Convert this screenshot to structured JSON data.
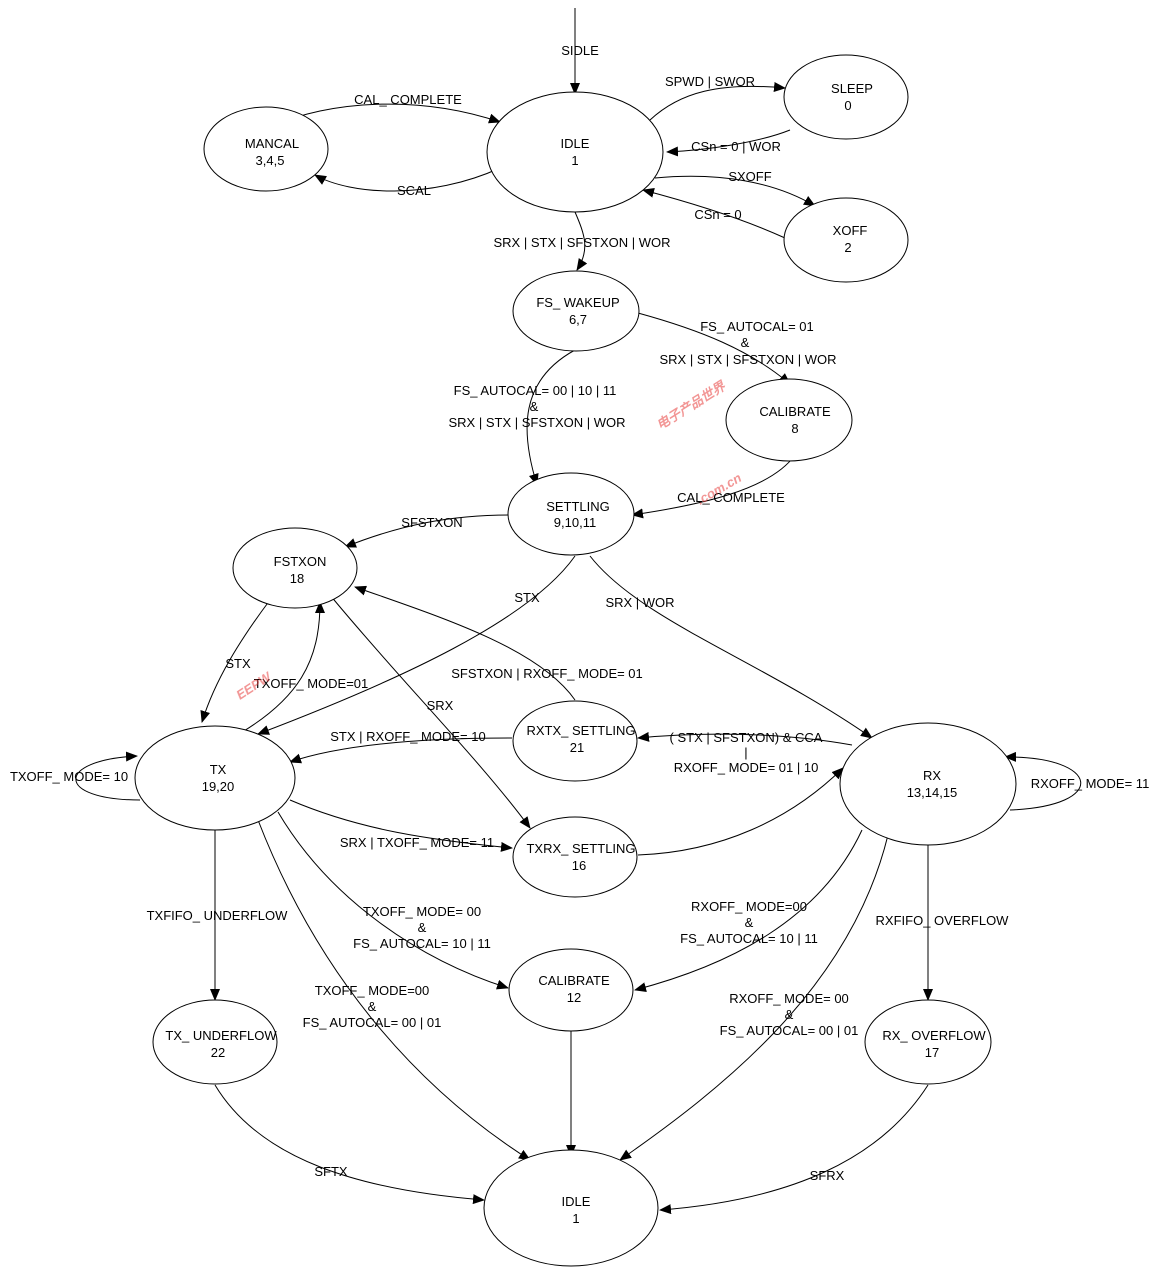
{
  "nodes": {
    "idle_top": {
      "name": "IDLE",
      "num": "1"
    },
    "sleep": {
      "name": "SLEEP",
      "num": "0"
    },
    "mancal": {
      "name": "MANCAL",
      "num": "3,4,5"
    },
    "xoff": {
      "name": "XOFF",
      "num": "2"
    },
    "fs_wakeup": {
      "name": "FS_ WAKEUP",
      "num": "6,7"
    },
    "calibrate8": {
      "name": "CALIBRATE",
      "num": "8"
    },
    "settling": {
      "name": "SETTLING",
      "num": "9,10,11"
    },
    "fstxon": {
      "name": "FSTXON",
      "num": "18"
    },
    "tx": {
      "name": "TX",
      "num": "19,20"
    },
    "rxtx_settling": {
      "name": "RXTX_ SETTLING",
      "num": "21"
    },
    "rx": {
      "name": "RX",
      "num": "13,14,15"
    },
    "txrx_settling": {
      "name": "TXRX_ SETTLING",
      "num": "16"
    },
    "calibrate12": {
      "name": "CALIBRATE",
      "num": "12"
    },
    "tx_underflow": {
      "name": "TX_ UNDERFLOW",
      "num": "22"
    },
    "rx_overflow": {
      "name": "RX_ OVERFLOW",
      "num": "17"
    },
    "idle_bottom": {
      "name": "IDLE",
      "num": "1"
    }
  },
  "labels": {
    "sidle": "SIDLE",
    "cal_complete_top": "CAL_ COMPLETE",
    "scal": "SCAL",
    "spwd_swor": "SPWD | SWOR",
    "csn_wor": "CSn = 0 | WOR",
    "sxoff": "SXOFF",
    "csn0": "CSn = 0",
    "srx_stx_wor": "SRX |  STX |   SFSTXON | WOR",
    "fs_autocal01": "FS_ AUTOCAL= 01",
    "amp1": "&",
    "srx_stx_wor2": "SRX |  STX |   SFSTXON | WOR",
    "fs_autocal00": "FS_ AUTOCAL= 00 | 10 | 11",
    "amp2": "&",
    "srx_stx_wor3": "SRX |  STX |   SFSTXON | WOR",
    "cal_complete_mid": "CAL_ COMPLETE",
    "sfstxon": "SFSTXON",
    "stx_settle": "STX",
    "srx_wor": "SRX | WOR",
    "stx_fstxon": "STX",
    "txoff_mode01": "TXOFF_ MODE=01",
    "sfstxon_rxoff01": "SFSTXON | RXOFF_ MODE= 01",
    "srx_fstxon": "SRX",
    "stx_rxoff10": "STX | RXOFF_ MODE= 10",
    "stx_sfstxon_cca": "(  STX |  SFSTXON) & CCA",
    "pipe": "|",
    "rxoff_mode_01_10": "RXOFF_ MODE= 01 | 10",
    "txoff_mode10": "TXOFF_ MODE= 10",
    "rxoff_mode11": "RXOFF_ MODE= 11",
    "srx_txoff11": "SRX | TXOFF_ MODE= 11",
    "txfifo_underflow": "TXFIFO_ UNDERFLOW",
    "txoff00_a": "TXOFF_ MODE= 00",
    "amp3": "&",
    "fs_autocal_10_11_a": "FS_ AUTOCAL= 10 | 11",
    "rxoff00_a": "RXOFF_ MODE=00",
    "amp4": "&",
    "fs_autocal_10_11_b": "FS_ AUTOCAL= 10 | 11",
    "rxfifo_overflow": "RXFIFO_ OVERFLOW",
    "txoff00_b": "TXOFF_ MODE=00",
    "amp5": "&",
    "fs_autocal_00_01_a": "FS_ AUTOCAL= 00 | 01",
    "rxoff00_b": "RXOFF_ MODE= 00",
    "amp6": "&",
    "fs_autocal_00_01_b": "FS_ AUTOCAL= 00 | 01",
    "sftx": "SFTX",
    "sfrx": "SFRX"
  },
  "watermark": {
    "logo": "EEPW",
    "domain": ".com.cn",
    "chinese": "电子产品世界",
    "color": "#e8403f"
  }
}
